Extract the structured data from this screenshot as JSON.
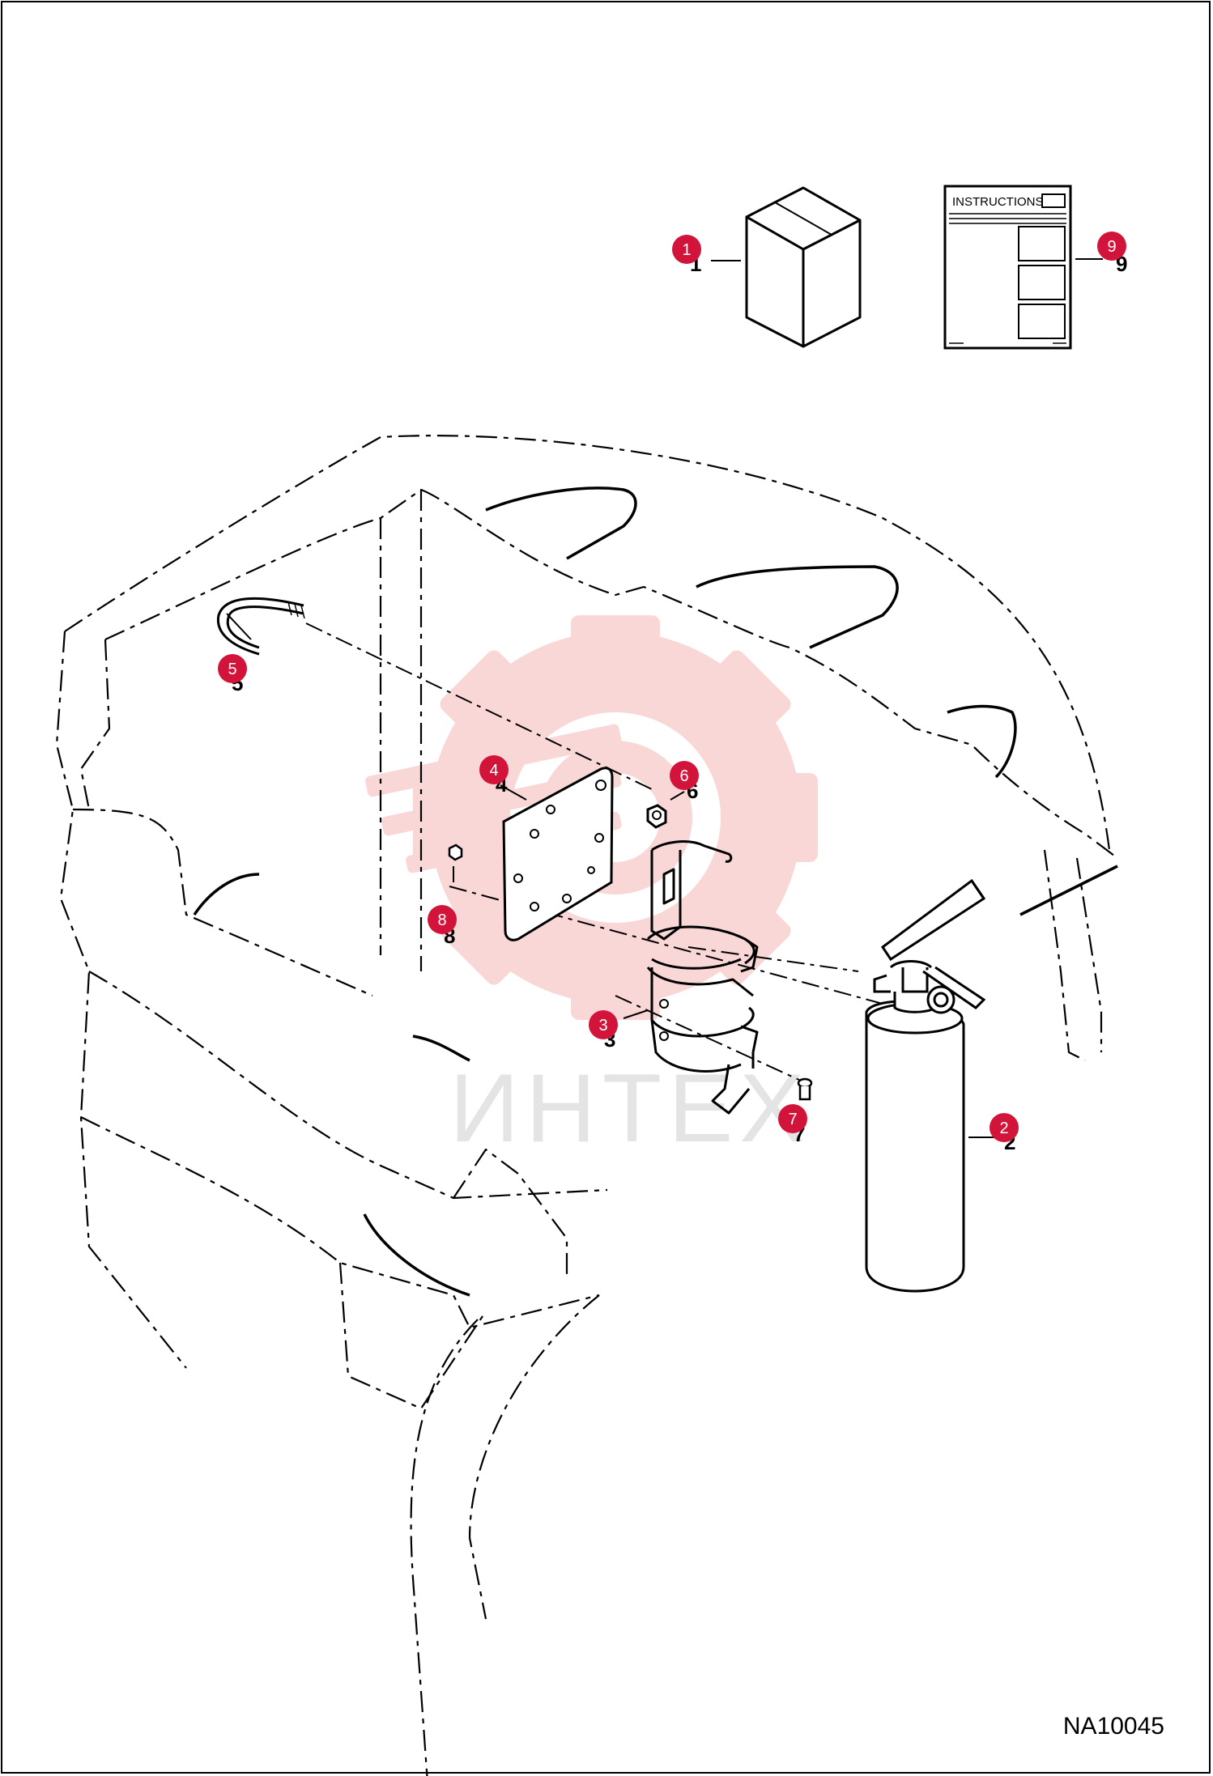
{
  "figure": {
    "id": "NA10045"
  },
  "instructions_sheet": {
    "title": "INSTRUCTIONS"
  },
  "watermark": {
    "text": "ИНТЕХ",
    "color": "#f3b1b1"
  },
  "accent_color": "#d2143a",
  "callouts": [
    {
      "number": "1",
      "part": "kit box"
    },
    {
      "number": "2",
      "part": "fire extinguisher"
    },
    {
      "number": "3",
      "part": "extinguisher bracket"
    },
    {
      "number": "4",
      "part": "mounting plate"
    },
    {
      "number": "5",
      "part": "u-bolt"
    },
    {
      "number": "6",
      "part": "nut"
    },
    {
      "number": "7",
      "part": "bolt"
    },
    {
      "number": "8",
      "part": "nut"
    },
    {
      "number": "9",
      "part": "instruction sheet"
    }
  ]
}
